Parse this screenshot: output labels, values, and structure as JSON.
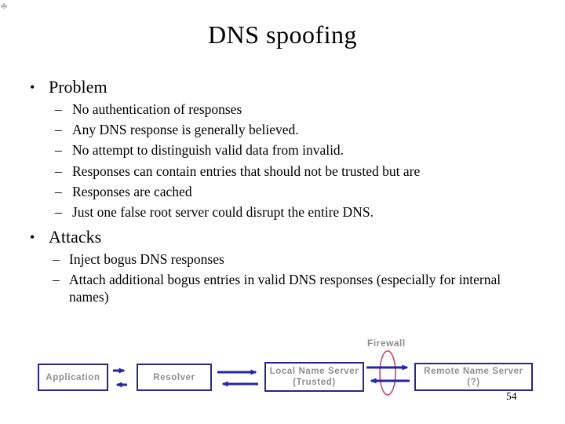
{
  "slide": {
    "title": "DNS spoofing",
    "bullet_l1_marker": "•",
    "bullet_l2_marker": "–",
    "sections": [
      {
        "heading": "Problem",
        "items": [
          "No authentication of responses",
          "Any DNS response is generally believed.",
          "No attempt to distinguish valid data from invalid.",
          "Responses can contain entries that should not be trusted but are",
          "Responses are cached",
          "Just one false root server could disrupt the entire DNS."
        ]
      },
      {
        "heading": "Attacks",
        "items": [
          "Inject bogus DNS responses",
          "Attach additional bogus entries in valid DNS responses (especially for internal names)"
        ]
      }
    ],
    "page_number": "54"
  },
  "diagram": {
    "firewall_label": "Firewall",
    "asterisk": "*",
    "nodes": [
      {
        "line1": "Application",
        "line2": ""
      },
      {
        "line1": "Resolver",
        "line2": ""
      },
      {
        "line1": "Local Name Server",
        "line2": "(Trusted)"
      },
      {
        "line1": "Remote Name Server",
        "line2": "(?)"
      }
    ],
    "colors": {
      "box_border": "#26268c",
      "box_text": "#8f8f8f",
      "arrow": "#2525aa",
      "ellipse": "#c23b66",
      "gray_label": "#8c8c8c"
    }
  }
}
